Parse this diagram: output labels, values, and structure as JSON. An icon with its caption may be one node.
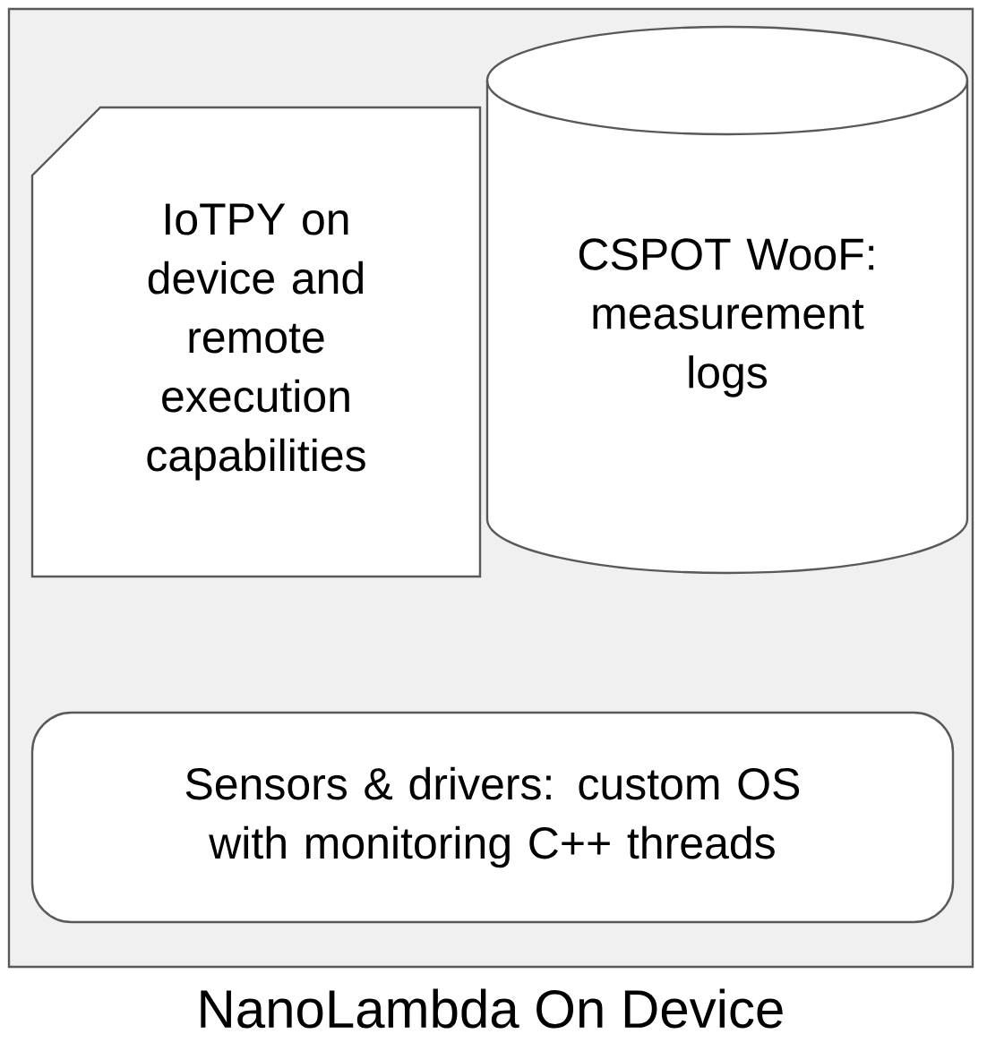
{
  "diagram": {
    "nodes": [
      {
        "text": [
          "NanoLambda On Device"
        ]
      },
      {
        "text": [
          "IoTPY on device and remote execution capabilities"
        ],
        "in": 0
      },
      {
        "text": [
          "CSPOT WooF: measurement logs"
        ],
        "in": 0
      },
      {
        "text": [
          "Sensors & drivers: custom OS with monitoring C++ threads"
        ],
        "in": 0
      }
    ]
  }
}
